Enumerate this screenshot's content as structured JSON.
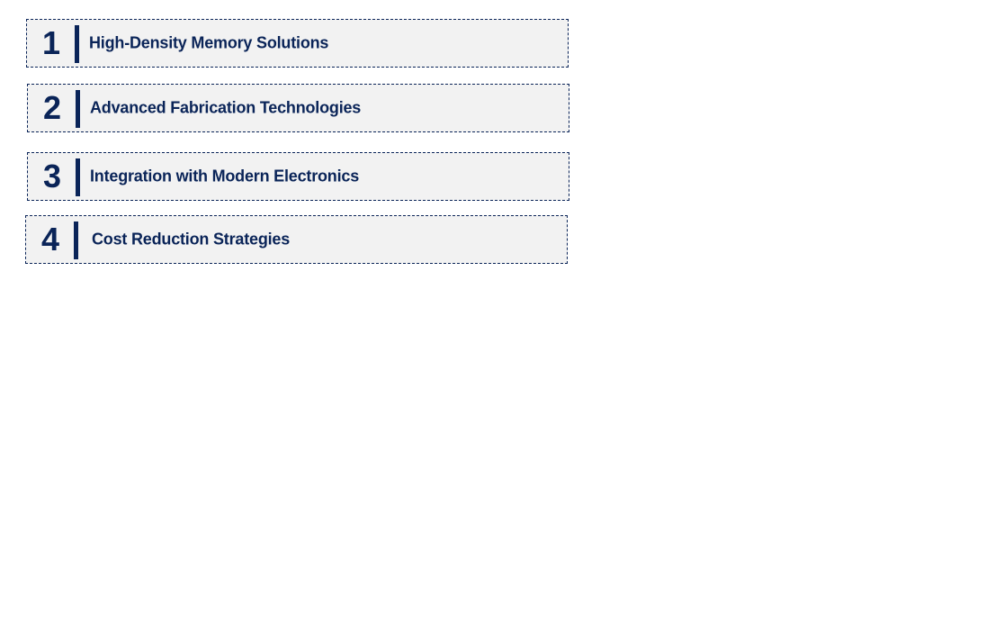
{
  "items": [
    {
      "number": "1",
      "label": "High-Density Memory Solutions"
    },
    {
      "number": "2",
      "label": "Advanced Fabrication Technologies"
    },
    {
      "number": "3",
      "label": "Integration with Modern Electronics"
    },
    {
      "number": "4",
      "label": "Cost Reduction Strategies"
    }
  ],
  "colors": {
    "accent": "#0a2458",
    "box_fill": "#f2f2f2"
  }
}
